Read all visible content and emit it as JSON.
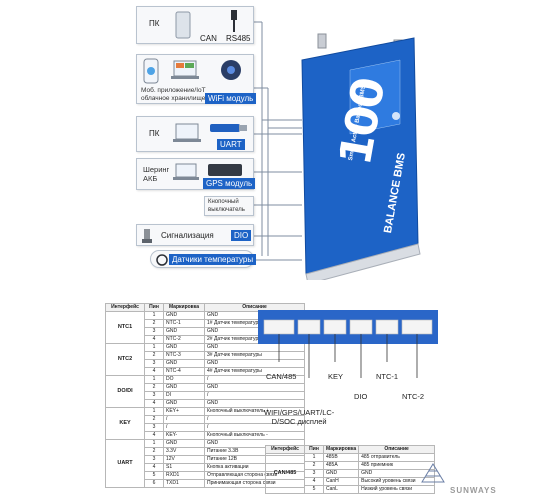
{
  "interfaces": {
    "can_rs485": {
      "left": "ПК",
      "tags": [
        "CAN",
        "RS485"
      ]
    },
    "wifi": {
      "left": "Моб. приложение/IoT\nоблачное хранилище",
      "tag": "WiFi модуль"
    },
    "uart": {
      "left": "ПК",
      "tag": "UART"
    },
    "gps": {
      "left": "Шеринг\nАКБ",
      "tag": "GPS модуль"
    },
    "key": {
      "tag": "Кнопочный\nвыключатель"
    },
    "dio": {
      "left": "Сигнализация",
      "tag": "DIO"
    },
    "temp": {
      "tag": "Датчики температуры"
    }
  },
  "bms": {
    "brand_number": "100",
    "name": "BALANCE BMS",
    "subtitle": "Smart Active Balance BMS"
  },
  "pin_table": {
    "headers": [
      "Интерфейс",
      "Пин",
      "Маркировка",
      "Описание"
    ],
    "groups": [
      {
        "name": "NTC1",
        "rows": [
          [
            "1",
            "GND",
            "GND"
          ],
          [
            "2",
            "NTC-1",
            "1# Датчик температуры"
          ],
          [
            "3",
            "GND",
            "GND"
          ],
          [
            "4",
            "NTC-2",
            "2# Датчик температуры"
          ]
        ]
      },
      {
        "name": "NTC2",
        "rows": [
          [
            "1",
            "GND",
            "GND"
          ],
          [
            "2",
            "NTC-3",
            "3# Датчик температуры"
          ],
          [
            "3",
            "GND",
            "GND"
          ],
          [
            "4",
            "NTC-4",
            "4# Датчик температуры"
          ]
        ]
      },
      {
        "name": "DO/DI",
        "rows": [
          [
            "1",
            "DO",
            "/"
          ],
          [
            "2",
            "GND",
            "GND"
          ],
          [
            "3",
            "DI",
            "/"
          ],
          [
            "4",
            "GND",
            "GND"
          ]
        ]
      },
      {
        "name": "KEY",
        "rows": [
          [
            "1",
            "KEY+",
            "Кнопочный выключатель +"
          ],
          [
            "2",
            "/",
            "/"
          ],
          [
            "3",
            "/",
            "/"
          ],
          [
            "4",
            "KEY-",
            "Кнопочный выключатель -"
          ]
        ]
      },
      {
        "name": "UART",
        "rows": [
          [
            "1",
            "GND",
            "GND"
          ],
          [
            "2",
            "3.3V",
            "Питание 3.3В"
          ],
          [
            "3",
            "12V",
            "Питание 12В"
          ],
          [
            "4",
            "S1",
            "Кнопка активации"
          ],
          [
            "5",
            "RXD1",
            "Отправляющая сторона связи"
          ],
          [
            "6",
            "TXD1",
            "Принимающая сторона связи"
          ]
        ]
      }
    ]
  },
  "connector_labels": {
    "can485": "CAN/485",
    "key": "KEY",
    "ntc1": "NTC-1",
    "dio": "DIO",
    "ntc2": "NTC-2",
    "wifi_gps": "WIFI/GPS/UART/LC-\nD/SOC дисплей"
  },
  "can_table": {
    "headers": [
      "Интерфейс",
      "Пин",
      "Маркировка",
      "Описание"
    ],
    "group": "CAN/485",
    "rows": [
      [
        "1",
        "485B",
        "485 отправитель"
      ],
      [
        "2",
        "485A",
        "485 приемник"
      ],
      [
        "3",
        "GND",
        "GND"
      ],
      [
        "4",
        "CanH",
        "Высокий уровень связи"
      ],
      [
        "5",
        "CanL",
        "Низкий уровень связи"
      ]
    ]
  },
  "logo": {
    "text": "SUNWAYS"
  },
  "colors": {
    "accent": "#1d63c6",
    "bms_blue": "#1b5fc7",
    "line": "#7f8da0"
  }
}
